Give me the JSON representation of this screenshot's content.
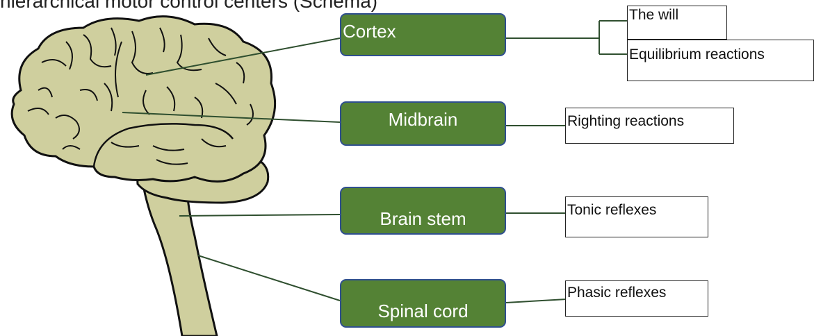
{
  "page": {
    "title": "hierarchical motor control centers (Schema)"
  },
  "regions": [
    {
      "id": "cortex",
      "label": "Cortex"
    },
    {
      "id": "midbrain",
      "label": "Midbrain"
    },
    {
      "id": "brain-stem",
      "label": "Brain stem"
    },
    {
      "id": "spinal-cord",
      "label": "Spinal cord"
    }
  ],
  "functions": [
    {
      "id": "the-will",
      "label": "The will"
    },
    {
      "id": "equilibrium",
      "label": "Equilibrium reactions"
    },
    {
      "id": "righting",
      "label": "Righting reactions"
    },
    {
      "id": "tonic",
      "label": "Tonic reflexes"
    },
    {
      "id": "phasic",
      "label": "Phasic reflexes"
    }
  ],
  "colors": {
    "region_fill": "#548235",
    "region_border": "#2f4f8f",
    "brain_fill": "#cfcf9e",
    "line": "#2f4f2f"
  }
}
